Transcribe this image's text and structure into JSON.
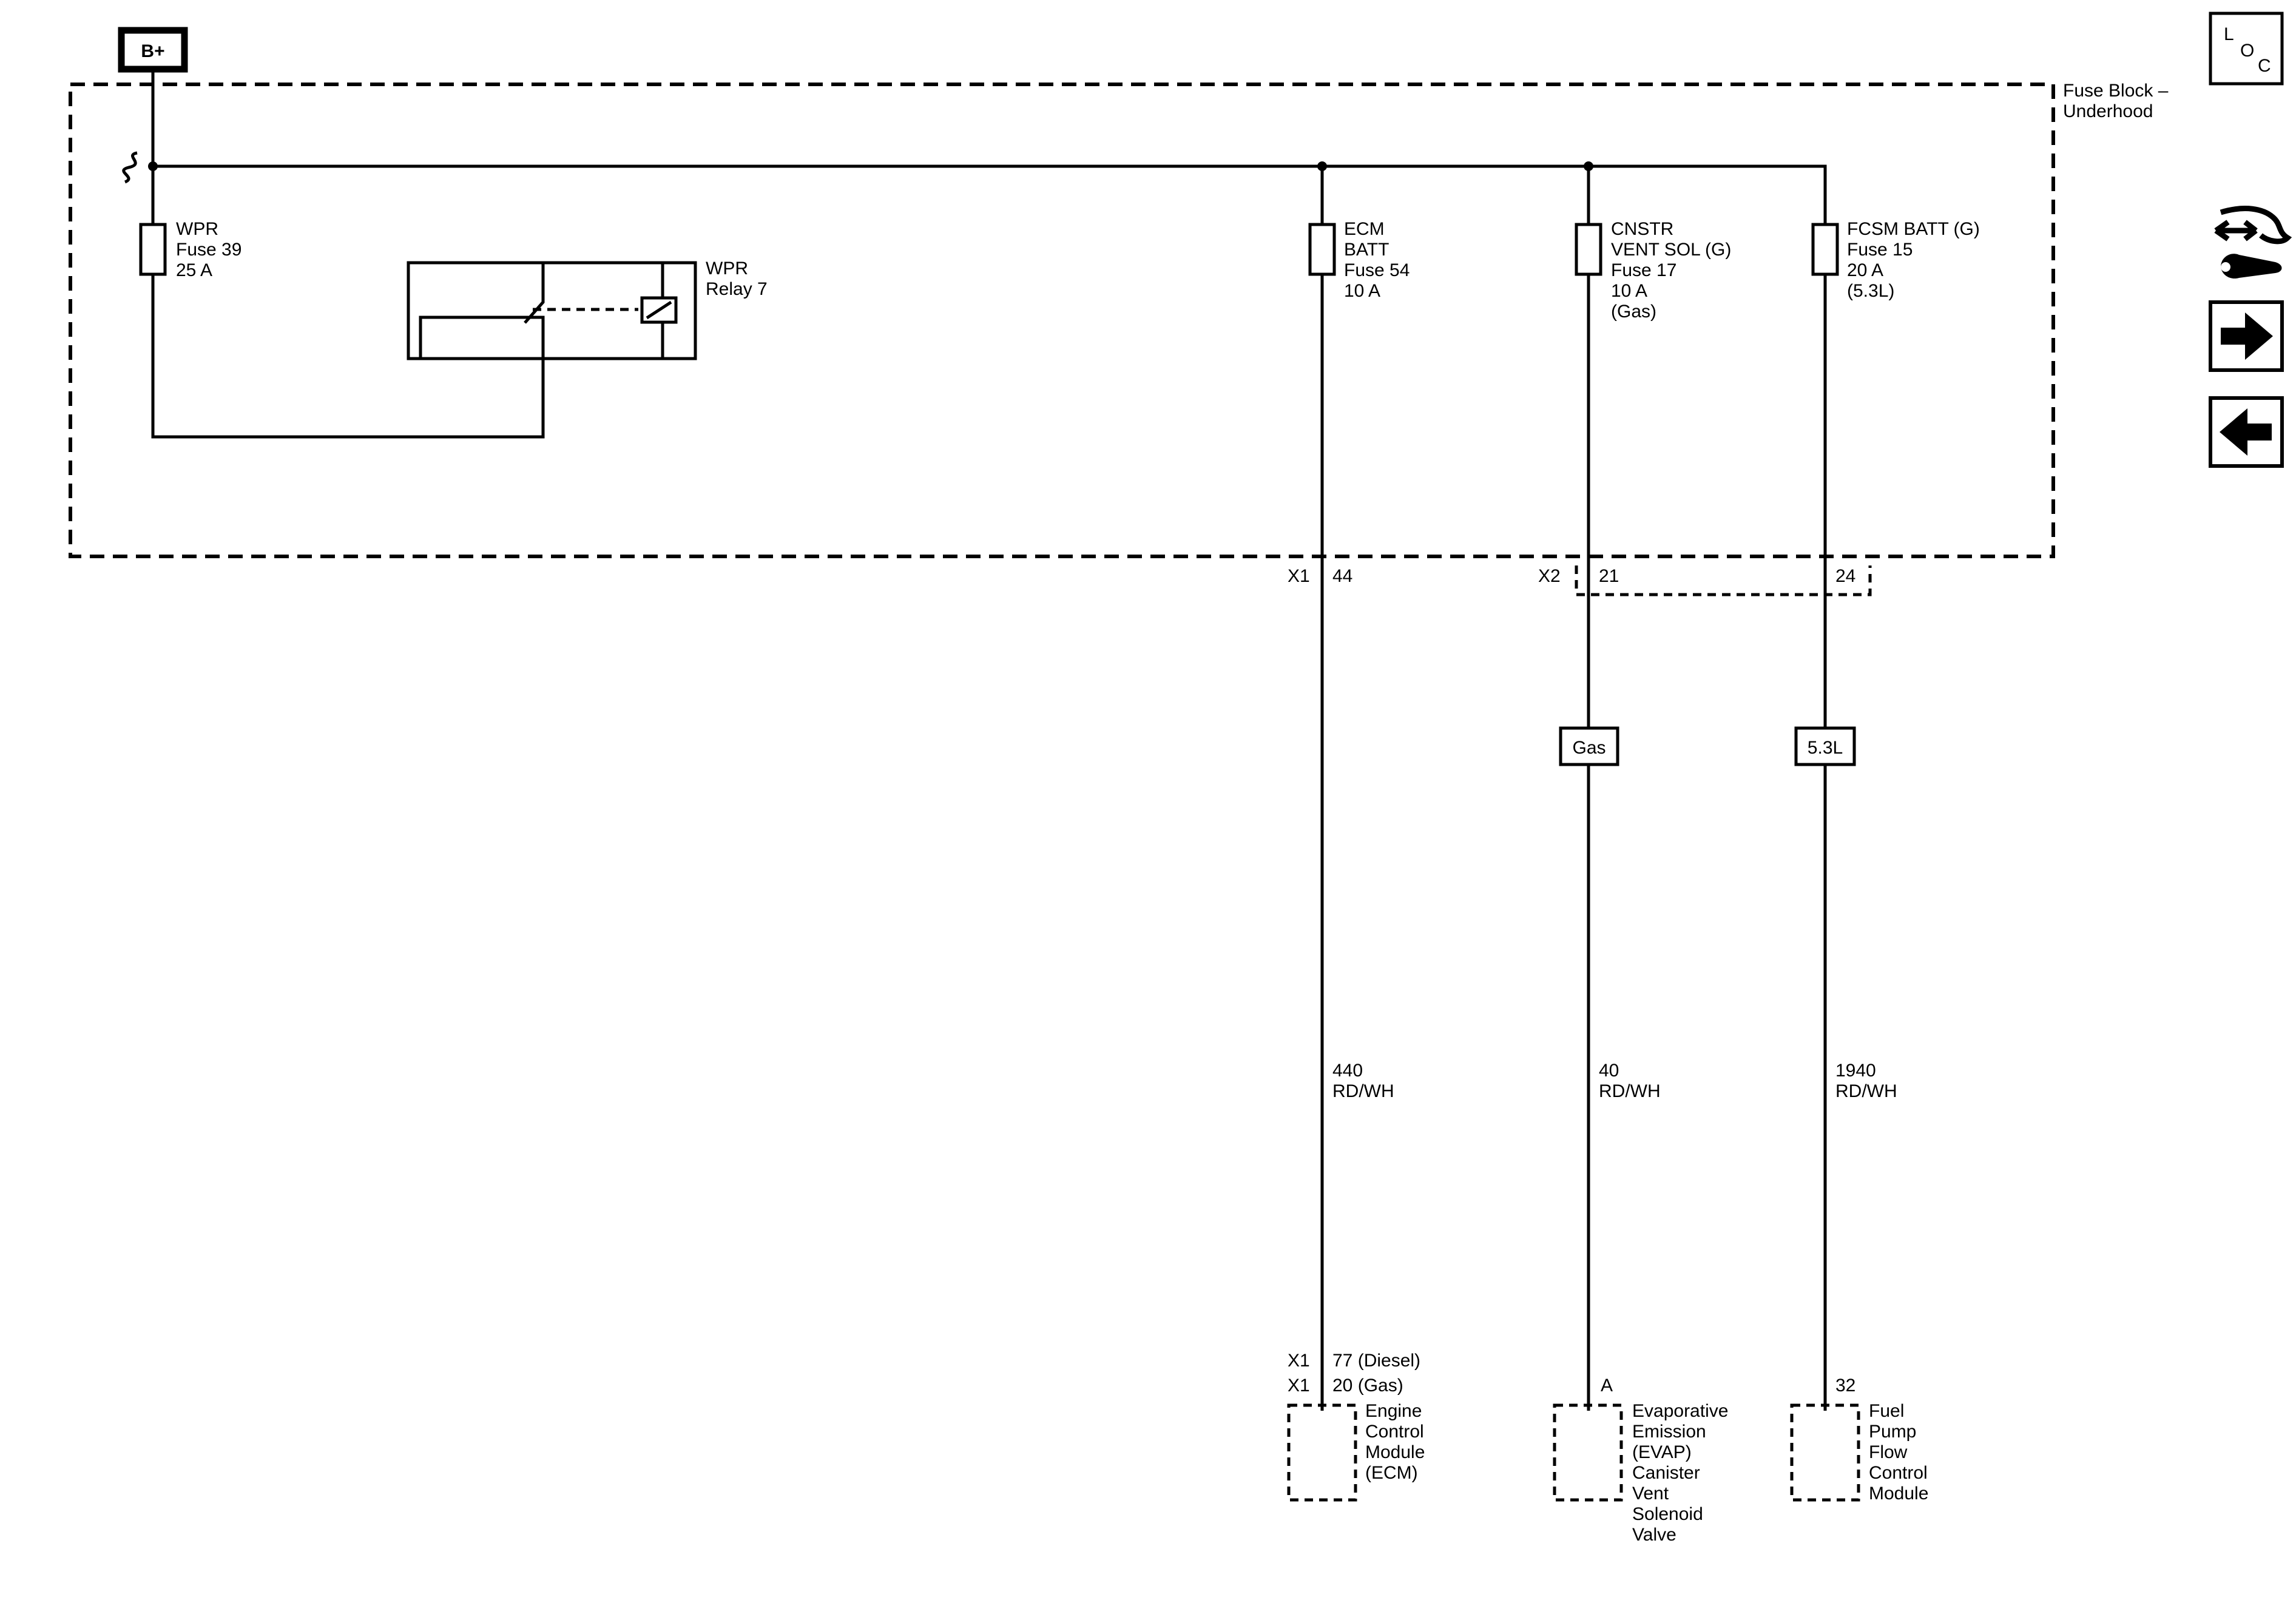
{
  "power": {
    "label": "B+"
  },
  "fuse_block": {
    "line1": "Fuse Block –",
    "line2": "Underhood"
  },
  "fuses": {
    "wpr": [
      "WPR",
      "Fuse 39",
      "25 A"
    ],
    "ecm": [
      "ECM",
      "BATT",
      "Fuse 54",
      "10 A"
    ],
    "cnstr": [
      "CNSTR",
      "VENT SOL (G)",
      "Fuse 17",
      "10 A",
      "(Gas)"
    ],
    "fcsm": [
      "FCSM BATT (G)",
      "Fuse 15",
      "20 A",
      "(5.3L)"
    ]
  },
  "relay": [
    "WPR",
    "Relay 7"
  ],
  "connectors": {
    "x1": "X1",
    "x1_pin": "44",
    "x2": "X2",
    "x2_pin_a": "21",
    "x2_pin_b": "24"
  },
  "options": {
    "gas": "Gas",
    "l53": "5.3L"
  },
  "wires": {
    "ecm": [
      "440",
      "RD/WH"
    ],
    "evap": [
      "40",
      "RD/WH"
    ],
    "fpfcm": [
      "1940",
      "RD/WH"
    ]
  },
  "components": {
    "ecm": {
      "conn1": "X1",
      "pin1": "77 (Diesel)",
      "conn2": "X1",
      "pin2": "20 (Gas)",
      "name": [
        "Engine",
        "Control",
        "Module",
        "(ECM)"
      ]
    },
    "evap": {
      "pin": "A",
      "name": [
        "Evaporative",
        "Emission",
        "(EVAP)",
        "Canister",
        "Vent",
        "Solenoid",
        "Valve"
      ]
    },
    "fpfcm": {
      "pin": "32",
      "name": [
        "Fuel",
        "Pump",
        "Flow",
        "Control",
        "Module"
      ]
    }
  },
  "nav": {
    "loc": {
      "l": "L",
      "o": "O",
      "c": "C"
    },
    "icons": [
      "connector-repair-icon",
      "next-page-arrow-icon",
      "previous-page-arrow-icon"
    ]
  }
}
